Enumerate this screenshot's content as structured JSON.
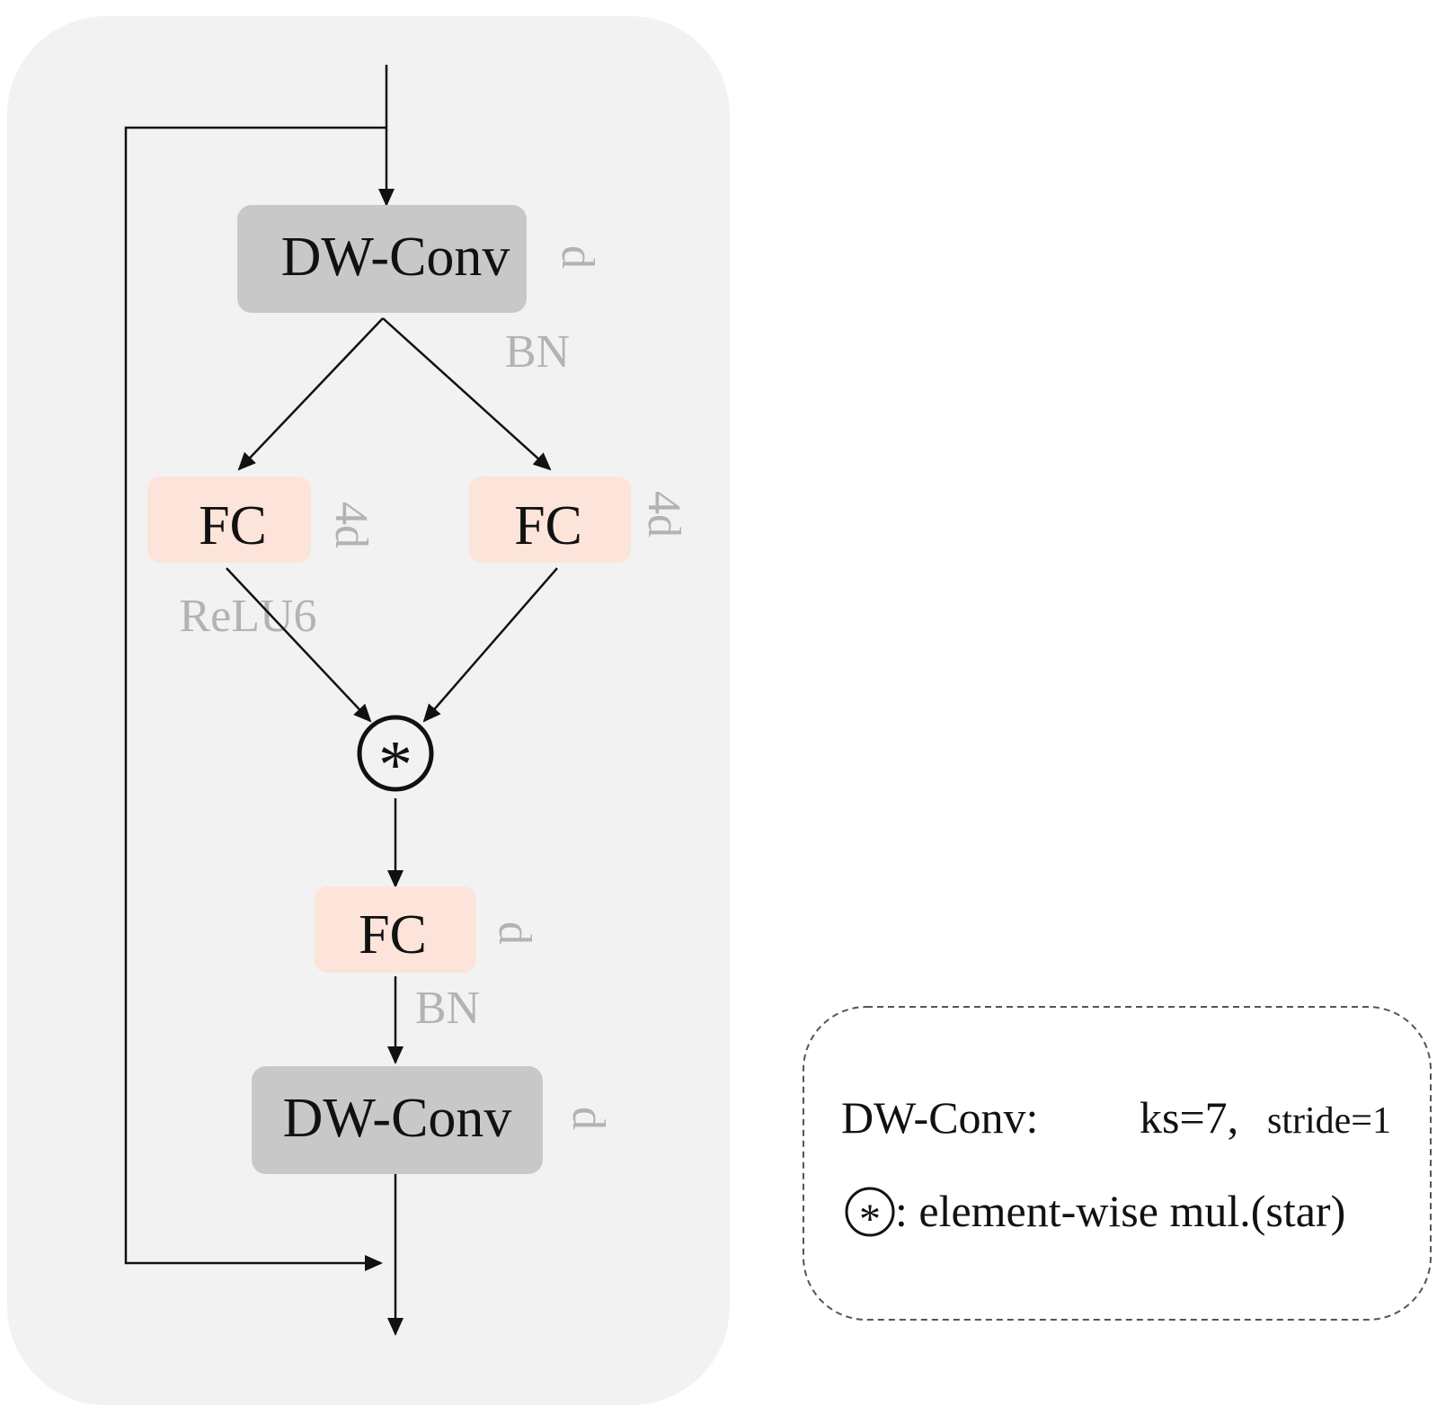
{
  "colors": {
    "panel_bg": "#f2f2f2",
    "dwconv_fill": "#c8c8c8",
    "fc_fill": "#fde4da",
    "dim_text": "#b3b3b3",
    "line": "#111111"
  },
  "blocks": {
    "dwconv_top": {
      "label": "DW-Conv",
      "dim": "d",
      "norm": "BN"
    },
    "fc_left": {
      "label": "FC",
      "dim": "4d",
      "activation": "ReLU6"
    },
    "fc_right": {
      "label": "FC",
      "dim": "4d"
    },
    "star_op": {
      "symbol": "*"
    },
    "fc_bottom": {
      "label": "FC",
      "dim": "d",
      "norm": "BN"
    },
    "dwconv_bottom": {
      "label": "DW-Conv",
      "dim": "d"
    }
  },
  "legend": {
    "dwconv_key": "DW-Conv:",
    "dwconv_params_ks": "ks=7,",
    "dwconv_params_stride": "stride=1",
    "star_symbol": "*",
    "star_desc": ": element-wise mul.(star)"
  }
}
